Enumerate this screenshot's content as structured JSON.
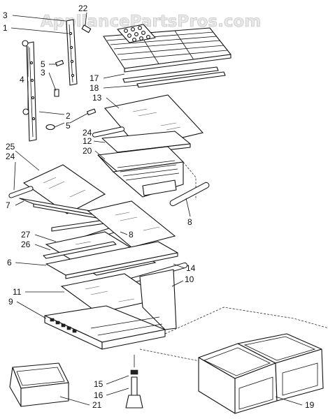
{
  "watermark": "AppliancePartsPros.com",
  "labels": {
    "l22": "22",
    "l3a": "3",
    "l1": "1",
    "l5a": "5",
    "l3b": "3",
    "l4": "4",
    "l2": "2",
    "l5b": "5",
    "l17": "17",
    "l18": "18",
    "l13": "13",
    "l24a": "24",
    "l12": "12",
    "l20": "20",
    "l25": "25",
    "l24b": "24",
    "l7": "7",
    "l8a": "8",
    "l8b": "8",
    "l27": "27",
    "l26": "26",
    "l6": "6",
    "l14": "14",
    "l11": "11",
    "l10": "10",
    "l9": "9",
    "l15": "15",
    "l16": "16",
    "l21": "21",
    "l19": "19"
  }
}
